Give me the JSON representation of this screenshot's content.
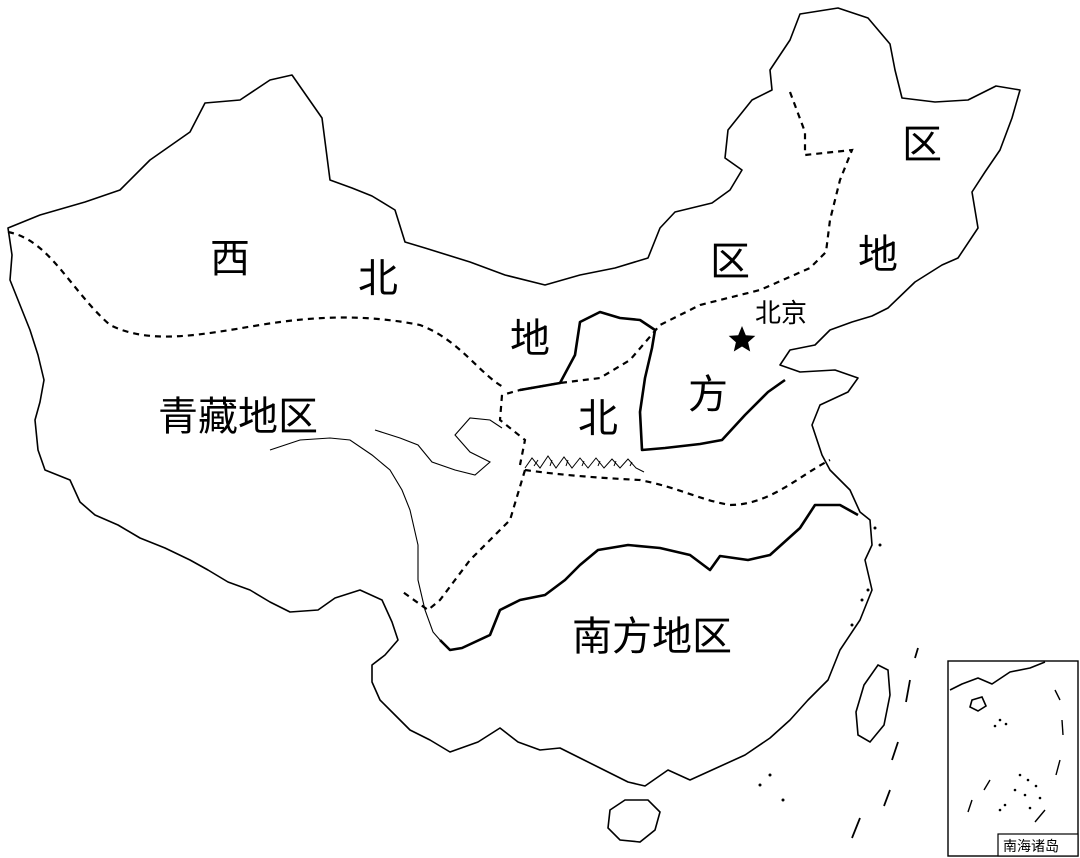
{
  "regions": {
    "northwest": [
      "西",
      "北",
      "地",
      "区"
    ],
    "north": [
      "北",
      "方",
      "地",
      "区"
    ],
    "qingzang": "青藏地区",
    "south": "南方地区"
  },
  "capital": {
    "name": "北京",
    "marker": "star-icon"
  },
  "inset": {
    "title": "南海诸岛"
  }
}
